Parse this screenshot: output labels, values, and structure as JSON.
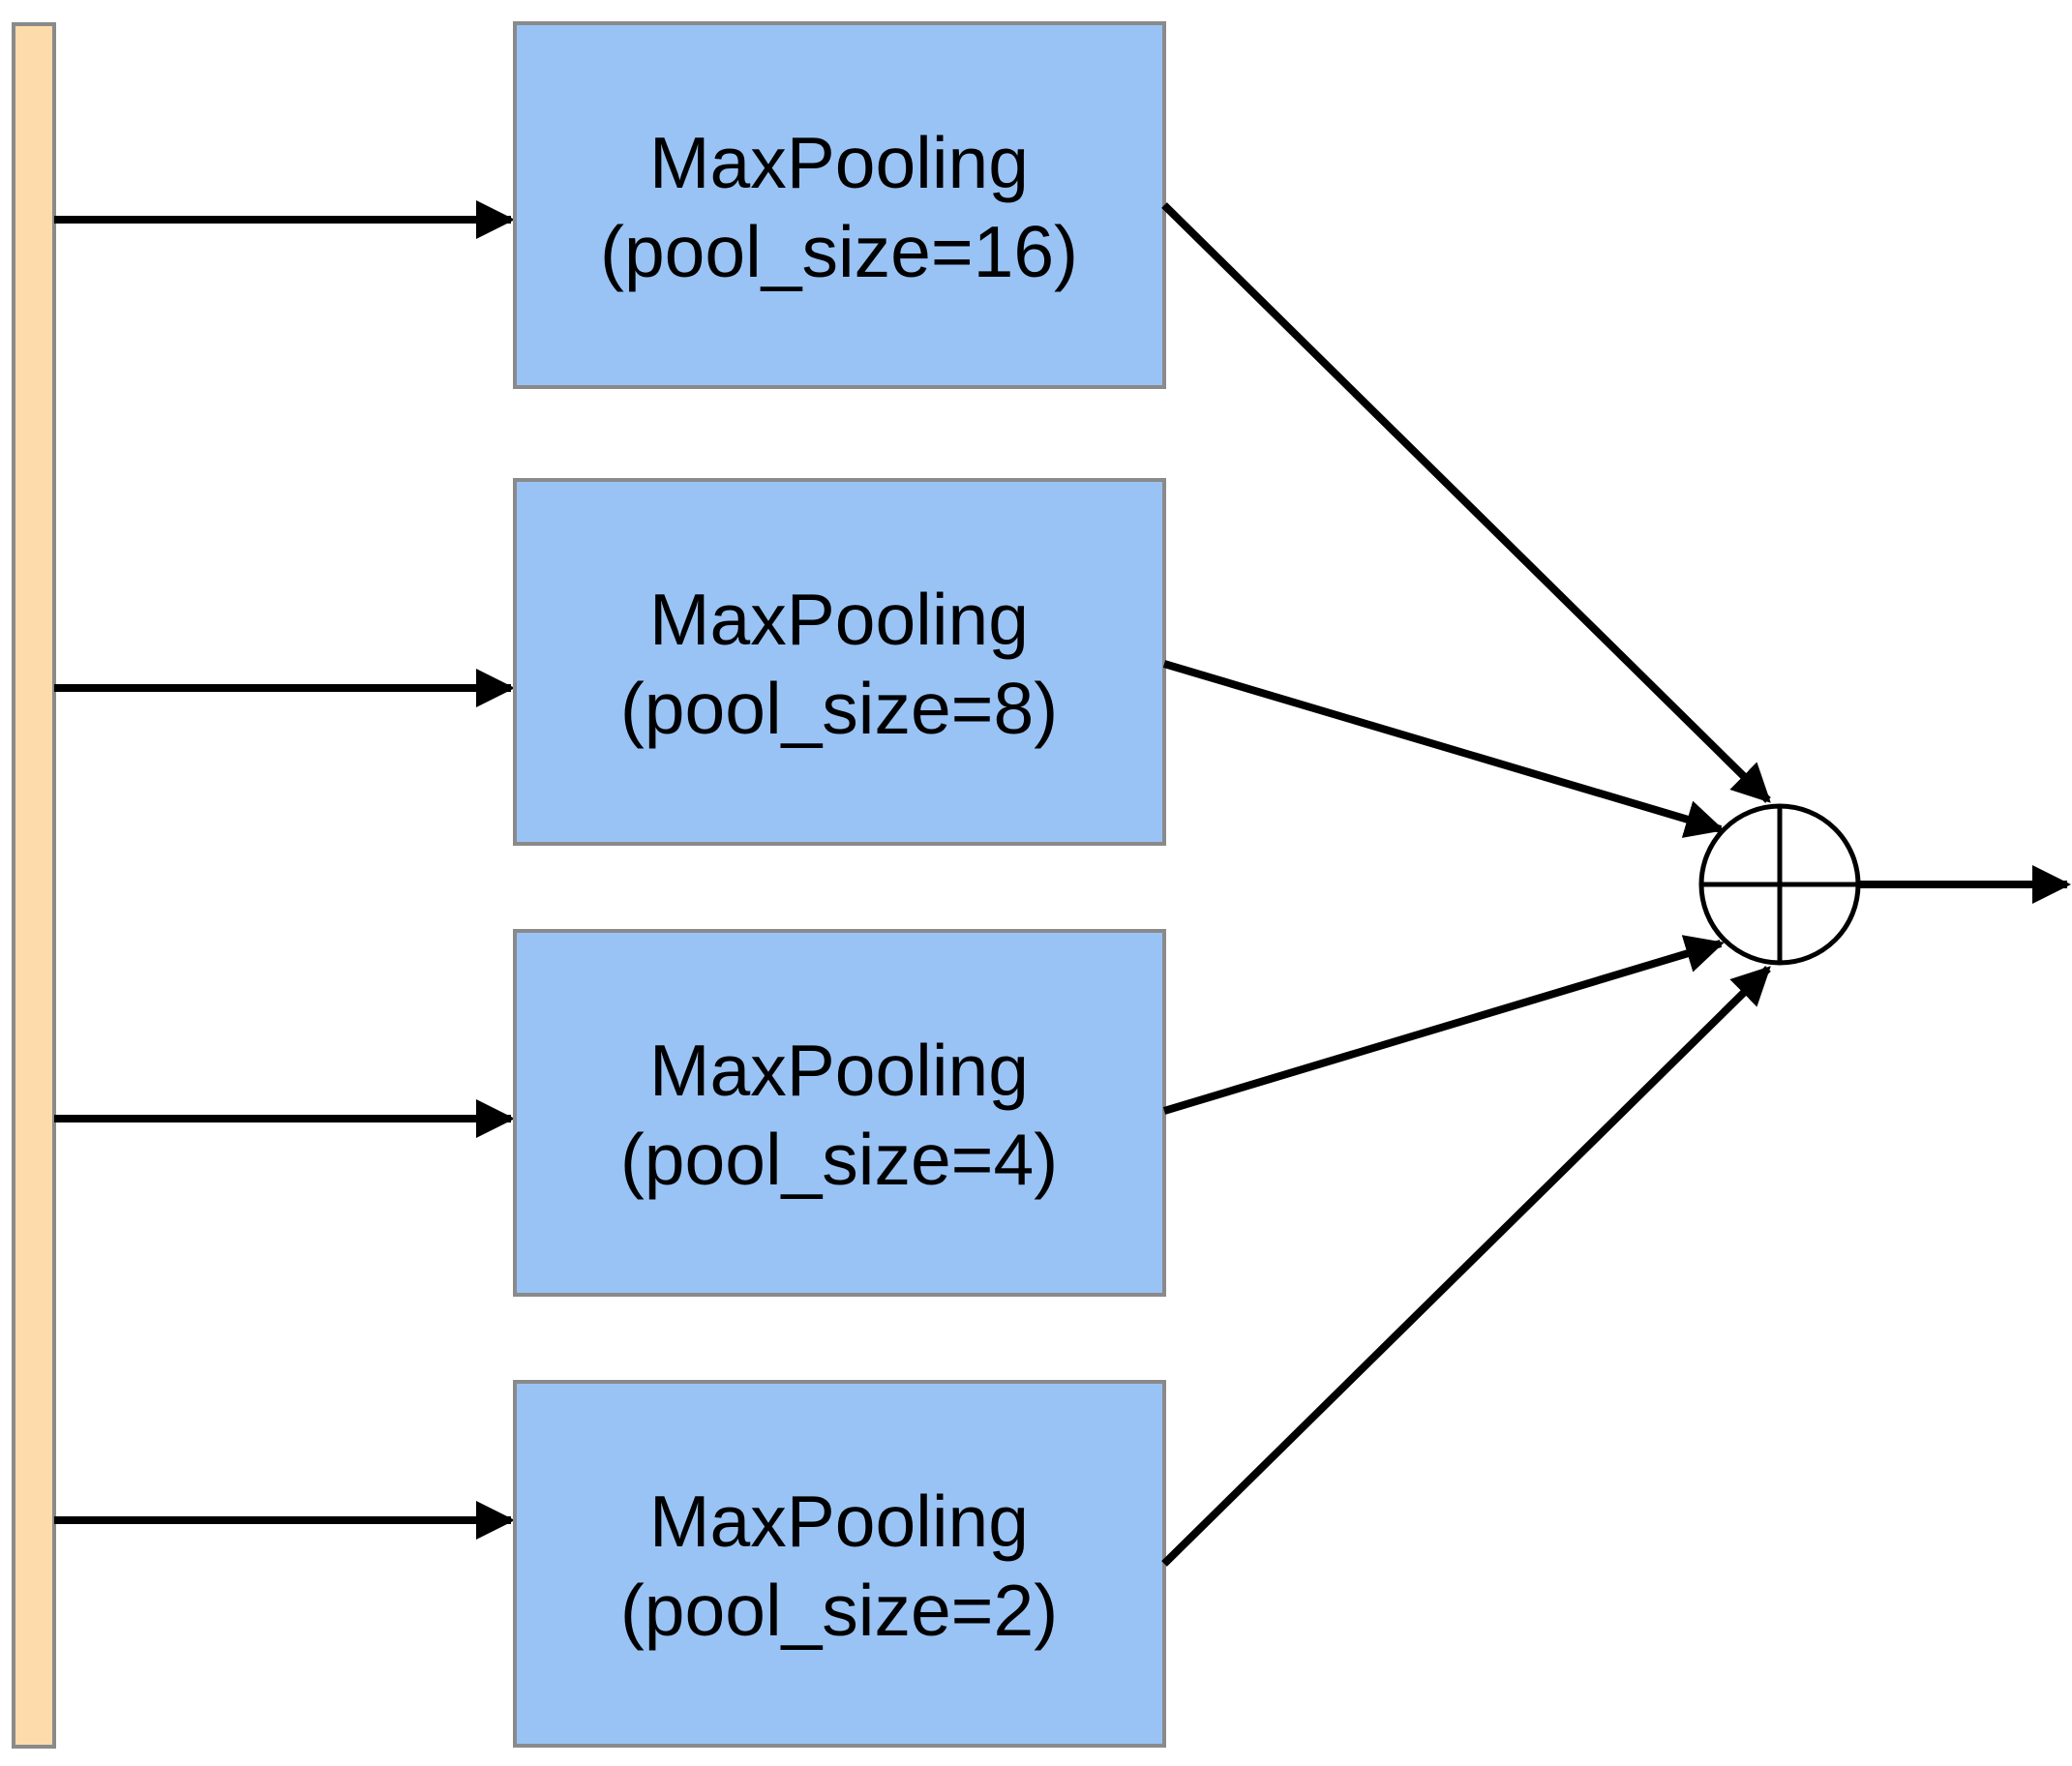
{
  "colors": {
    "input_bar": "#fddbab",
    "box_fill": "#99c3f5",
    "box_stroke": "#8a8a8a",
    "arrow": "#000000"
  },
  "boxes": [
    {
      "title": "MaxPooling",
      "param": "(pool_size=16)"
    },
    {
      "title": "MaxPooling",
      "param": "(pool_size=8)"
    },
    {
      "title": "MaxPooling",
      "param": "(pool_size=4)"
    },
    {
      "title": "MaxPooling",
      "param": "(pool_size=2)"
    }
  ],
  "sum_node": {
    "symbol": "plus-in-circle"
  }
}
